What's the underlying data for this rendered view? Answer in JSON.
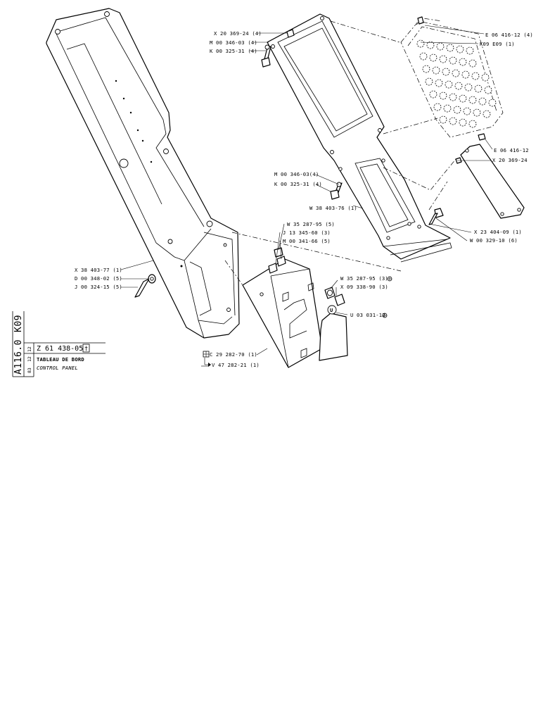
{
  "title_block": {
    "group_code": "K09",
    "drawing_no": "A116.0",
    "part_number": "Z 61 438-05",
    "marker": "†",
    "title_fr": "TABLEAU DE BORD",
    "title_en": "CONTROL PANEL",
    "date_parts": [
      "12",
      "12",
      "83"
    ]
  },
  "references": {
    "c_ref": "C 29 282-70 (1)",
    "v_ref": "V 47 282-21 (1)"
  },
  "labels": {
    "x20_369_24_4": "X 20 369-24 (4)",
    "m00_346_03_4_top": "M 00 346-03 (4)",
    "k00_325_31_4_top": "K 00 325-31 (4)",
    "e06_416_12_4": "E 06 416-12 (4)",
    "k09_e09_1": "K09 E09 (1)",
    "e06_416_12": "E 06 416-12",
    "x20_369_24": "X 20 369-24",
    "m00_346_03_4_mid": "M 00 346-03(4)",
    "k00_325_31_4_mid": "K 00 325-31 (4)",
    "w38_403_76_1": "W 38 403-76 (1)",
    "x23_404_09_1": "X 23 404-09 (1)",
    "w00_329_10_6": "W 00 329-10 (6)",
    "w35_287_95_5": "W 35 287-95 (5)",
    "j13_345_60_3": "J 13 345-60 (3)",
    "m00_341_66_5": "M 00 341-66 (5)",
    "x38_403_77_1": "X 38 403-77 (1)",
    "d00_348_02_5": "D 00 348-02 (5)",
    "j00_324_15_5": "J 00 324-15 (5)",
    "w35_287_95_3": "W 35 287-95 (3)",
    "x09_338_90_3": "X 09 338-90 (3)",
    "u03_031_12": "U 03 031-12",
    "u_letter": "U"
  }
}
